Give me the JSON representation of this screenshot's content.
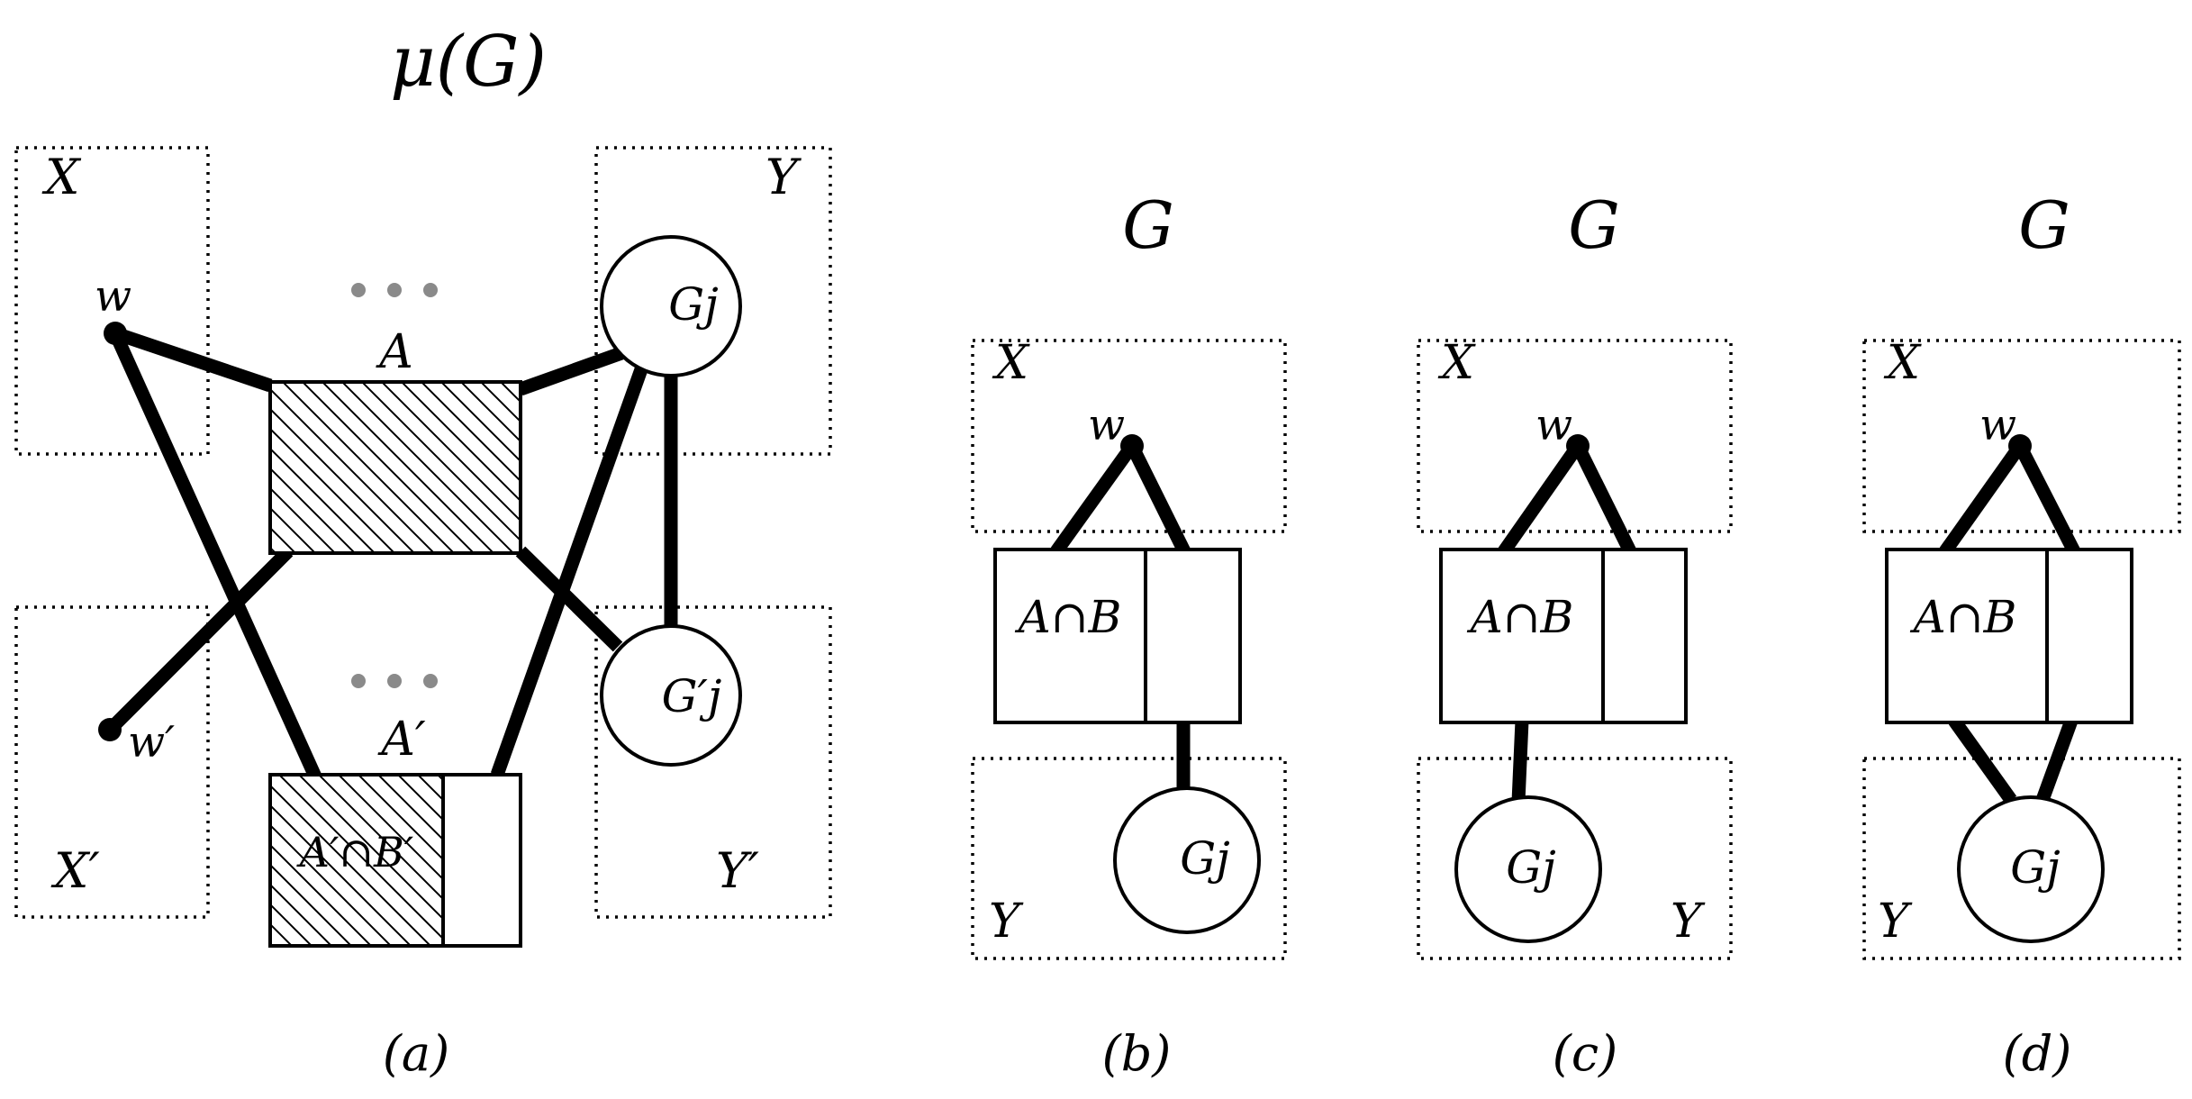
{
  "panels": {
    "a": {
      "title": "μ(G)",
      "caption": "(a)",
      "region_labels": {
        "x": "X",
        "y": "Y",
        "x_prime": "X′",
        "y_prime": "Y′"
      },
      "node_labels": {
        "w": "w",
        "w_prime": "w′",
        "gj": "Gj",
        "gj_prime": "G′j"
      },
      "set_labels": {
        "a": "A",
        "a_prime": "A′",
        "ab_prime": "A′∩B′"
      }
    },
    "b": {
      "title": "G",
      "caption": "(b)",
      "region_labels": {
        "x": "X",
        "y": "Y"
      },
      "node_labels": {
        "w": "w",
        "gj": "Gj"
      },
      "set_label": "A∩B"
    },
    "c": {
      "title": "G",
      "caption": "(c)",
      "region_labels": {
        "x": "X",
        "y": "Y"
      },
      "node_labels": {
        "w": "w",
        "gj": "Gj"
      },
      "set_label": "A∩B"
    },
    "d": {
      "title": "G",
      "caption": "(d)",
      "region_labels": {
        "x": "X",
        "y": "Y"
      },
      "node_labels": {
        "w": "w",
        "gj": "Gj"
      },
      "set_label": "A∩B"
    }
  }
}
